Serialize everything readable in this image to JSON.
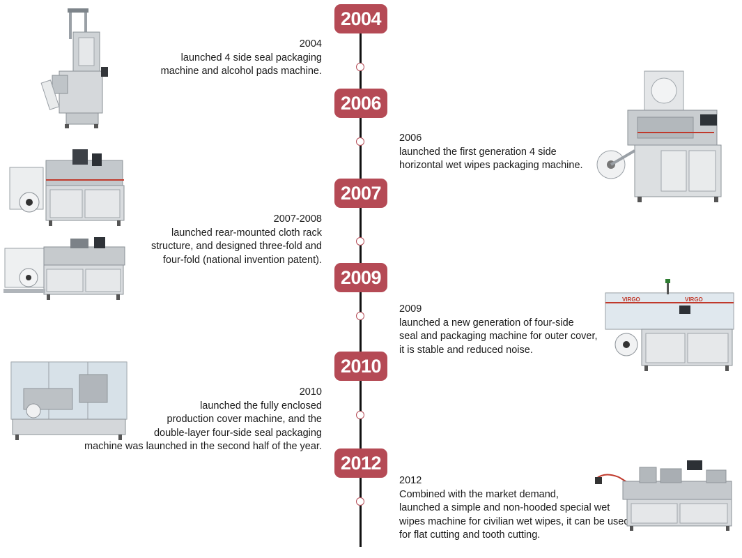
{
  "timeline": {
    "badges": [
      "2004",
      "2006",
      "2007",
      "2009",
      "2010",
      "2012"
    ],
    "entries": [
      {
        "lines": [
          "2004",
          "launched 4 side seal packaging",
          "machine and alcohol pads machine."
        ]
      },
      {
        "lines": [
          "2006",
          "launched the first generation 4 side",
          "horizontal wet wipes packaging machine."
        ]
      },
      {
        "lines": [
          "2007-2008",
          "launched rear-mounted cloth rack",
          "structure, and designed three-fold and",
          "four-fold (national invention patent)."
        ]
      },
      {
        "lines": [
          "2009",
          "launched a new generation of four-side",
          "seal and packaging machine for outer cover,",
          "it is stable and reduced noise."
        ]
      },
      {
        "lines": [
          "2010",
          "launched the fully enclosed",
          "production cover machine, and the",
          "double-layer four-side seal packaging",
          "machine was launched in the second half of the year."
        ]
      },
      {
        "lines": [
          "2012",
          "Combined with the market demand,",
          "launched a simple and non-hooded special wet",
          "wipes machine for civilian wet wipes, it can be used",
          "for flat cutting and tooth cutting."
        ]
      }
    ]
  },
  "colors": {
    "badge": "#b54a55",
    "line": "#111111"
  },
  "machine_images": [
    "vertical-four-side-seal-machine",
    "horizontal-wet-wipes-machine",
    "rear-rack-machine-top",
    "rear-rack-machine-bottom",
    "outer-cover-seal-machine",
    "enclosed-cover-machine",
    "non-hooded-wet-wipes-machine"
  ],
  "cover_brand": "VIRGO"
}
